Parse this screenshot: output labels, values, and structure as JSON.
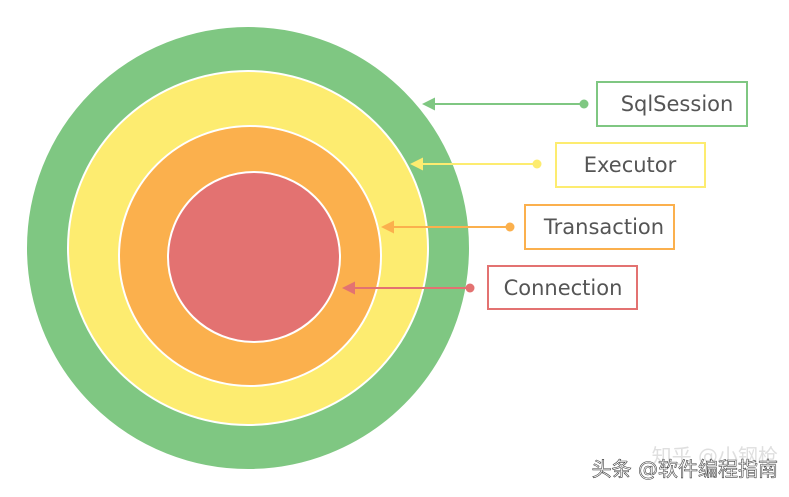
{
  "layers": [
    {
      "label": "SqlSession",
      "color": "#7fc782"
    },
    {
      "label": "Executor",
      "color": "#fdec70"
    },
    {
      "label": "Transaction",
      "color": "#fbb04d"
    },
    {
      "label": "Connection",
      "color": "#e37271"
    }
  ],
  "watermark": {
    "primary": "头条 @软件编程指南",
    "secondary": "知乎 @小钢枪"
  }
}
